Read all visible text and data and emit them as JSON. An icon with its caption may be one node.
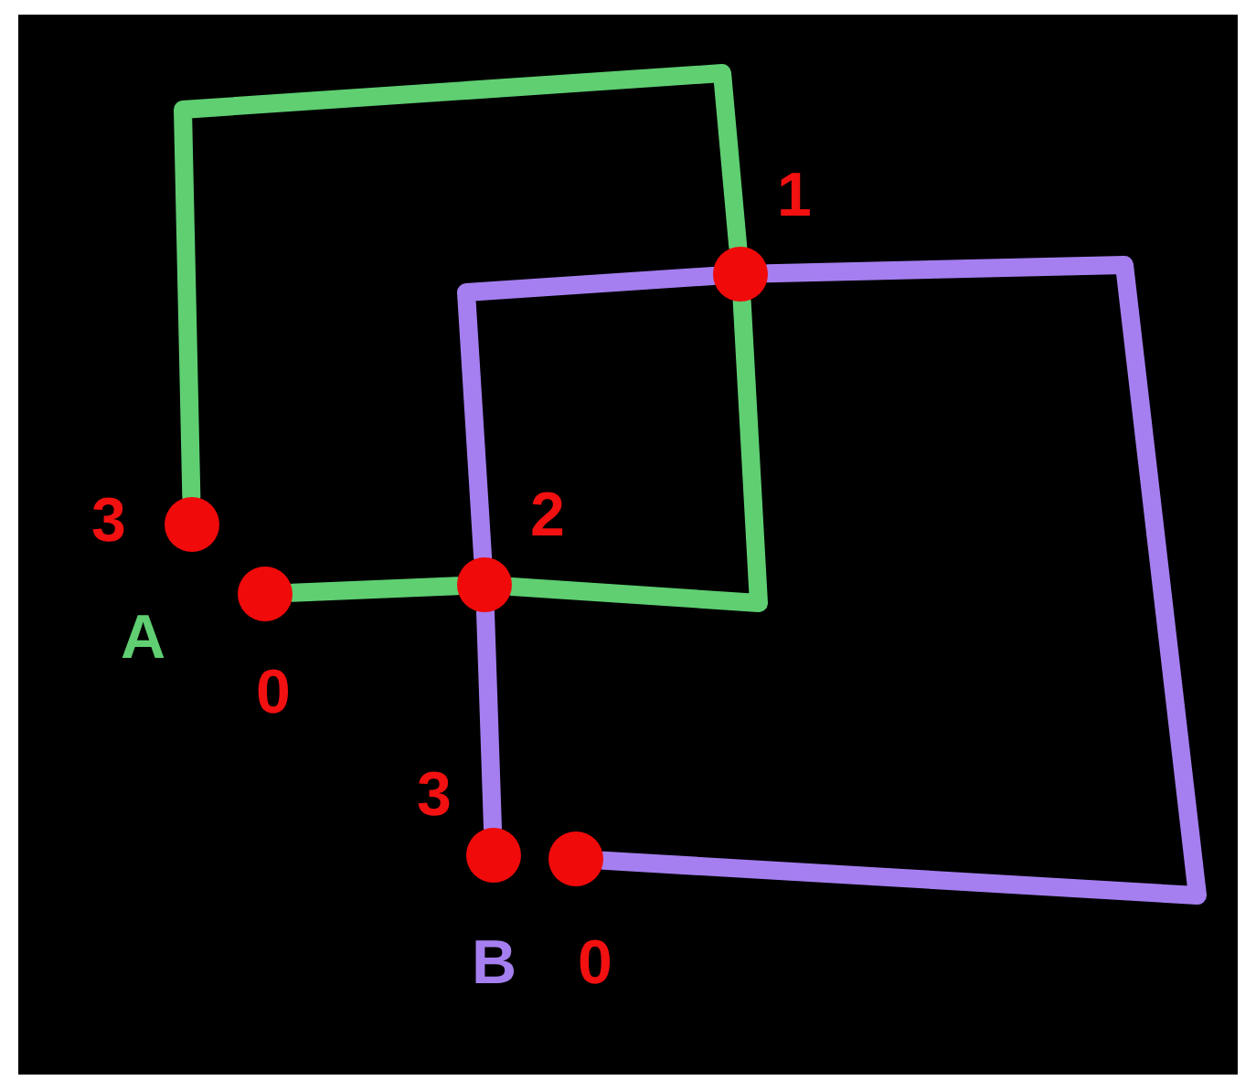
{
  "diagram": {
    "nodes": [
      {
        "text": [],
        "shape": "circle",
        "beside": [
          "1"
        ]
      },
      {
        "text": [],
        "shape": "circle",
        "beside": [
          "3"
        ]
      },
      {
        "text": [],
        "shape": "circle",
        "beside": [
          "2"
        ]
      },
      {
        "text": [],
        "shape": "circle",
        "beside": [
          "0"
        ]
      },
      {
        "text": [],
        "shape": "circle",
        "beside": [
          "3"
        ]
      },
      {
        "text": [],
        "shape": "circle",
        "beside": [
          "0"
        ]
      }
    ],
    "edges": [
      {
        "from": 3,
        "to": 2,
        "arrow": "none",
        "color": "#5fcf72"
      },
      {
        "from": 2,
        "to": 0,
        "arrow": "none",
        "color": "#5fcf72"
      },
      {
        "from": 0,
        "to": 1,
        "arrow": "none",
        "color": "#5fcf72"
      },
      {
        "from": 5,
        "to": 0,
        "arrow": "none",
        "color": "#a57ff0"
      },
      {
        "from": 0,
        "to": 2,
        "arrow": "none",
        "color": "#a57ff0"
      },
      {
        "from": 2,
        "to": 4,
        "arrow": "none",
        "color": "#a57ff0"
      }
    ],
    "labels": [
      "A",
      "B"
    ]
  }
}
